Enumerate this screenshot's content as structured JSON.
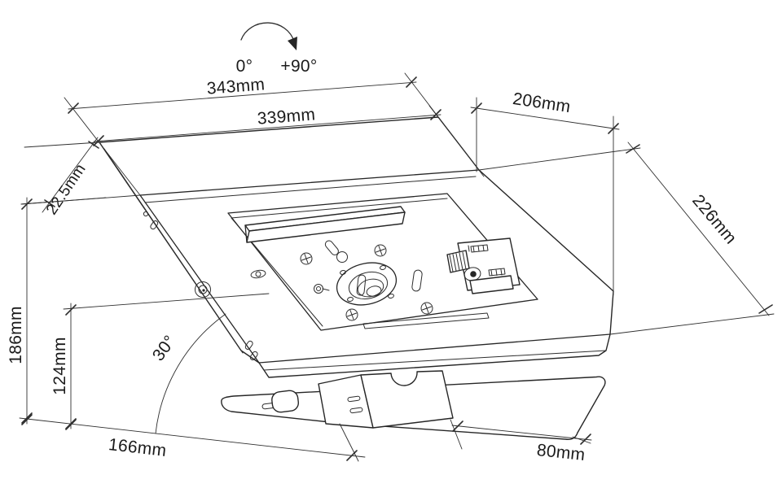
{
  "drawing": {
    "title_semantic": "tablet-kiosk-stand-dimension-drawing",
    "background": "#ffffff",
    "line_color": "#262626"
  },
  "rotation_indicator": {
    "start_label": "0°",
    "end_label": "+90°"
  },
  "dimensions": {
    "outer_width": "343mm",
    "inner_width": "339mm",
    "frame_lip": "22.5mm",
    "top_depth": "206mm",
    "side_depth": "226mm",
    "total_height": "186mm",
    "pivot_height": "124mm",
    "tilt_angle": "30°",
    "base_depth": "166mm",
    "base_side_depth": "80mm"
  }
}
